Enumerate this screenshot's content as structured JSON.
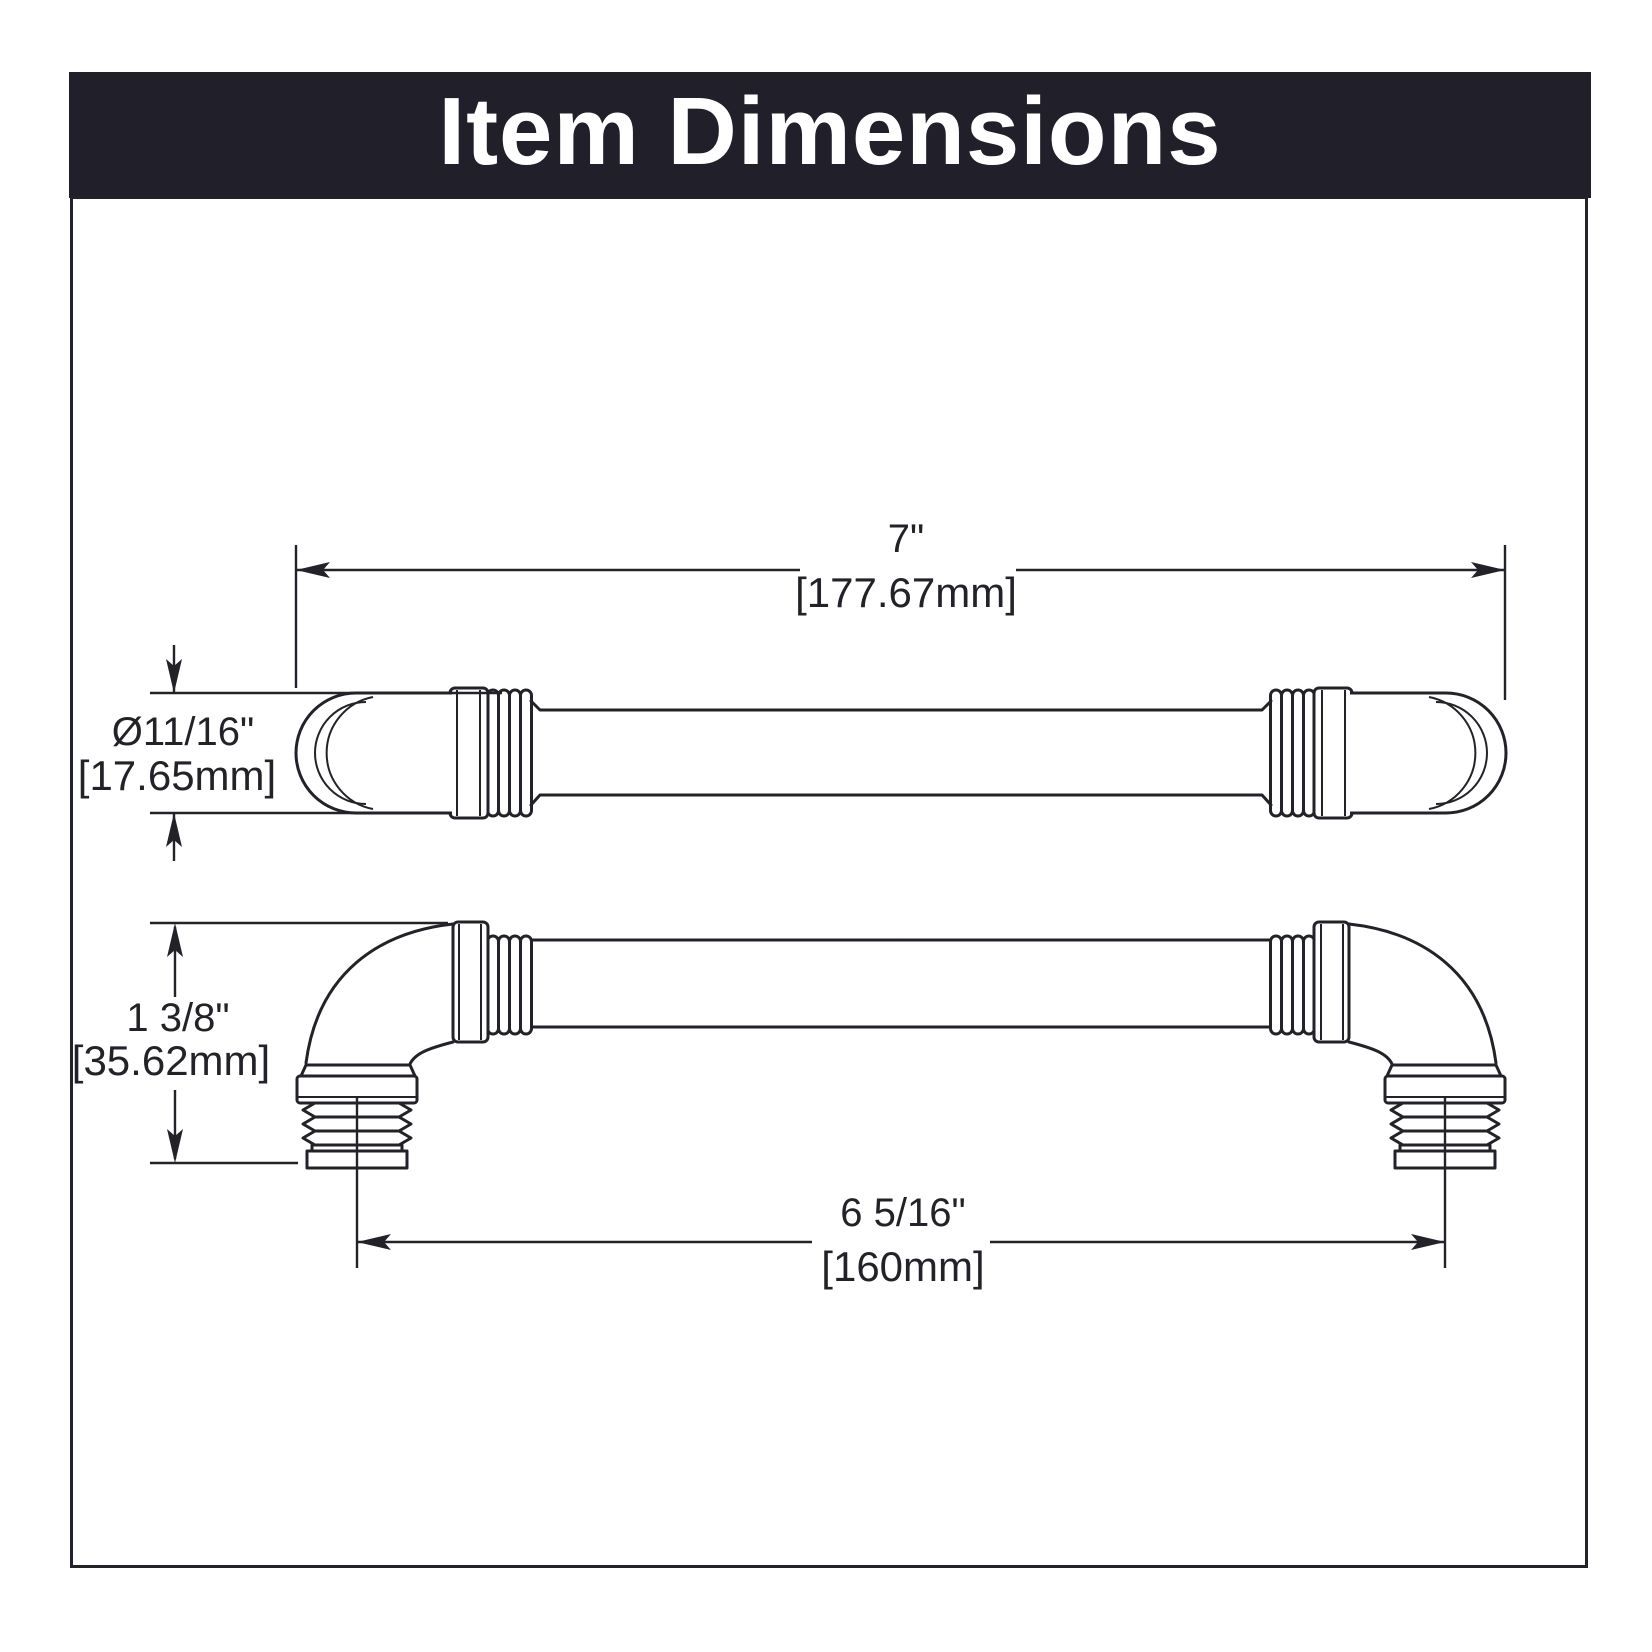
{
  "header": {
    "title": "Item Dimensions"
  },
  "drawing": {
    "overall_length": {
      "inches": "7\"",
      "millimeters": "[177.67mm]"
    },
    "diameter": {
      "inches": "Ø11/16\"",
      "millimeters": "[17.65mm]"
    },
    "projection": {
      "inches": "1 3/8\"",
      "millimeters": "[35.62mm]"
    },
    "center_to_center": {
      "inches": "6 5/16\"",
      "millimeters": "[160mm]"
    }
  },
  "colors": {
    "ink": "#232228",
    "header_background": "#201f2a",
    "header_text": "#ffffff",
    "page_background": "#ffffff"
  }
}
